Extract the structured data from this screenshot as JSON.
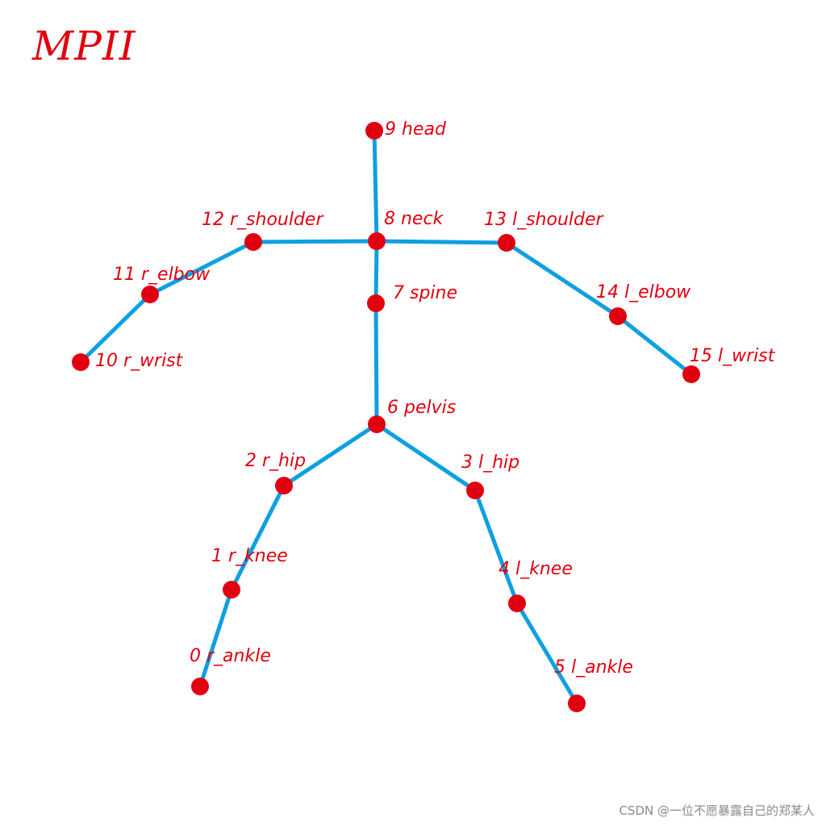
{
  "title": "MPII",
  "colors": {
    "bone": "#0ea0e0",
    "joint": "#e00010",
    "label": "#e00010",
    "watermark": "#8a8a8a"
  },
  "joints": [
    {
      "id": 0,
      "label": "0 r_ankle"
    },
    {
      "id": 1,
      "label": "1 r_knee"
    },
    {
      "id": 2,
      "label": "2 r_hip"
    },
    {
      "id": 3,
      "label": "3 l_hip"
    },
    {
      "id": 4,
      "label": "4 l_knee"
    },
    {
      "id": 5,
      "label": "5 l_ankle"
    },
    {
      "id": 6,
      "label": "6 pelvis"
    },
    {
      "id": 7,
      "label": "7 spine"
    },
    {
      "id": 8,
      "label": "8 neck"
    },
    {
      "id": 9,
      "label": "9 head"
    },
    {
      "id": 10,
      "label": "10 r_wrist"
    },
    {
      "id": 11,
      "label": "11 r_elbow"
    },
    {
      "id": 12,
      "label": "12 r_shoulder"
    },
    {
      "id": 13,
      "label": "13 l_shoulder"
    },
    {
      "id": 14,
      "label": "14 l_elbow"
    },
    {
      "id": 15,
      "label": "15 l_wrist"
    }
  ],
  "bones": [
    [
      9,
      8
    ],
    [
      8,
      12
    ],
    [
      8,
      13
    ],
    [
      8,
      7
    ],
    [
      7,
      6
    ],
    [
      12,
      11
    ],
    [
      11,
      10
    ],
    [
      13,
      14
    ],
    [
      14,
      15
    ],
    [
      6,
      2
    ],
    [
      2,
      1
    ],
    [
      1,
      0
    ],
    [
      6,
      3
    ],
    [
      3,
      4
    ],
    [
      4,
      5
    ]
  ],
  "watermark": "CSDN @一位不愿暴露自己的郑某人"
}
